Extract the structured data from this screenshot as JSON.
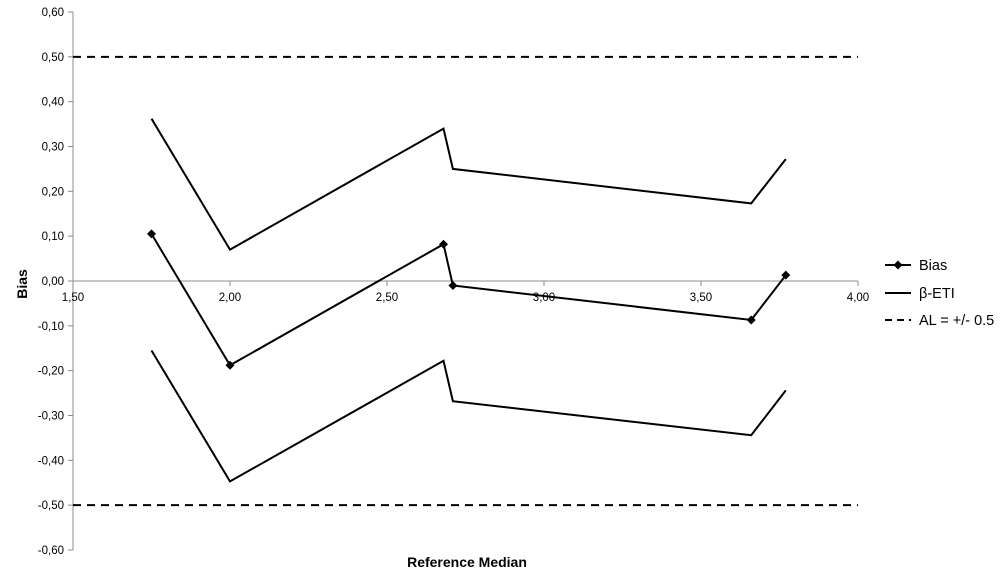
{
  "chart_data": {
    "type": "line",
    "xlabel": "Reference Median",
    "ylabel": "Bias",
    "xlim": [
      1.5,
      4.0
    ],
    "ylim": [
      -0.6,
      0.6
    ],
    "x_ticks": [
      "1,50",
      "2,00",
      "2,50",
      "3,00",
      "3,50",
      "4,00"
    ],
    "y_ticks": [
      "0,60",
      "0,50",
      "0,40",
      "0,30",
      "0,20",
      "0,10",
      "0,00",
      "-0,10",
      "-0,20",
      "-0,30",
      "-0,40",
      "-0,50",
      "-0,60"
    ],
    "grid": false,
    "legend_position": "right",
    "series": [
      {
        "name": "Bias",
        "style": "solid-diamond",
        "color": "#000000",
        "points": [
          [
            1.75,
            0.105
          ],
          [
            2.0,
            -0.188
          ],
          [
            2.68,
            0.082
          ],
          [
            2.71,
            -0.01
          ],
          [
            3.66,
            -0.087
          ],
          [
            3.77,
            0.013
          ]
        ]
      },
      {
        "name": "β-ETI",
        "style": "solid",
        "color": "#000000",
        "bounds": [
          [
            [
              1.75,
              0.362
            ],
            [
              2.0,
              0.07
            ],
            [
              2.68,
              0.34
            ],
            [
              2.71,
              0.25
            ],
            [
              3.66,
              0.173
            ],
            [
              3.77,
              0.272
            ]
          ],
          [
            [
              1.75,
              -0.155
            ],
            [
              2.0,
              -0.447
            ],
            [
              2.68,
              -0.178
            ],
            [
              2.71,
              -0.268
            ],
            [
              3.66,
              -0.344
            ],
            [
              3.77,
              -0.244
            ]
          ]
        ]
      },
      {
        "name": "AL = +/- 0.5",
        "style": "dashed",
        "color": "#000000",
        "values": [
          0.5,
          -0.5
        ]
      }
    ]
  }
}
